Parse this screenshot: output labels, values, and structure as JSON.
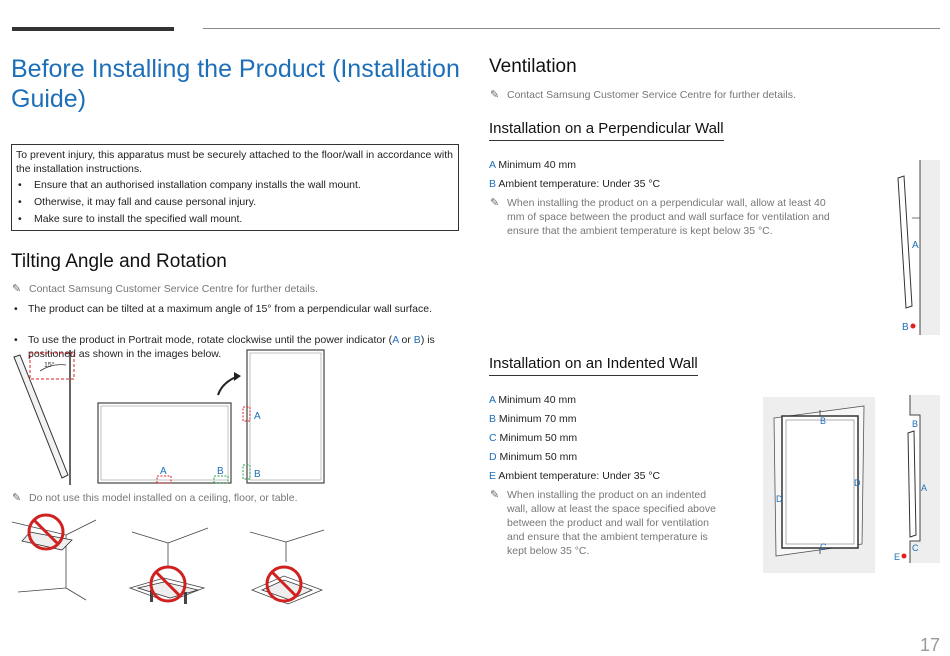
{
  "page": {
    "title": "Before Installing the Product (Installation Guide)",
    "page_number": "17"
  },
  "warning": {
    "intro": "To prevent injury, this apparatus must be securely attached to the floor/wall in accordance with the installation instructions.",
    "items": [
      "Ensure that an authorised installation company installs the wall mount.",
      "Otherwise, it may fall and cause personal injury.",
      "Make sure to install the specified wall mount."
    ]
  },
  "tilting": {
    "heading": "Tilting Angle and Rotation",
    "note": "Contact Samsung Customer Service Centre for further details.",
    "bullet1": "The product can be tilted at a maximum angle of 15° from a perpendicular wall surface.",
    "bullet2_pre": "To use the product in Portrait mode, rotate clockwise until the power indicator (",
    "bullet2_a": "A",
    "bullet2_or": " or ",
    "bullet2_b": "B",
    "bullet2_post": ") is positioned as shown in the images below.",
    "angle_label": "15°",
    "label_a": "A",
    "label_b": "B",
    "ceiling_note": "Do not use this model installed on a ceiling, floor, or table."
  },
  "ventilation": {
    "heading": "Ventilation",
    "note": "Contact Samsung Customer Service Centre for further details."
  },
  "perpendicular": {
    "heading": "Installation on a Perpendicular Wall",
    "items": [
      {
        "label": "A",
        "text": " Minimum 40 mm"
      },
      {
        "label": "B",
        "text": " Ambient temperature: Under 35 °C"
      }
    ],
    "note": "When installing the product on a perpendicular wall, allow at least 40 mm of space between the product and wall surface for ventilation and ensure that the ambient temperature is kept below 35 °C.",
    "label_a": "A",
    "label_b": "B"
  },
  "indented": {
    "heading": "Installation on an Indented Wall",
    "items": [
      {
        "label": "A",
        "text": " Minimum 40 mm"
      },
      {
        "label": "B",
        "text": " Minimum 70 mm"
      },
      {
        "label": "C",
        "text": " Minimum 50 mm"
      },
      {
        "label": "D",
        "text": " Minimum 50 mm"
      },
      {
        "label": "E",
        "text": " Ambient temperature: Under 35 °C"
      }
    ],
    "note": "When installing the product on an indented wall, allow at least the space specified above between the product and wall for ventilation and ensure that the ambient temperature is kept below 35 °C.",
    "label_a": "A",
    "label_b": "B",
    "label_c": "C",
    "label_d": "D",
    "label_e": "E"
  },
  "colors": {
    "accent": "#1d6fb8",
    "indicator_red": "#e02020",
    "indicator_green": "#2a9d4a",
    "prohibit_red": "#d0201f"
  },
  "icons": {
    "note": "pencil-note-icon",
    "rotate": "rotate-clockwise-arrow-icon",
    "prohibited": "prohibited-icon"
  }
}
